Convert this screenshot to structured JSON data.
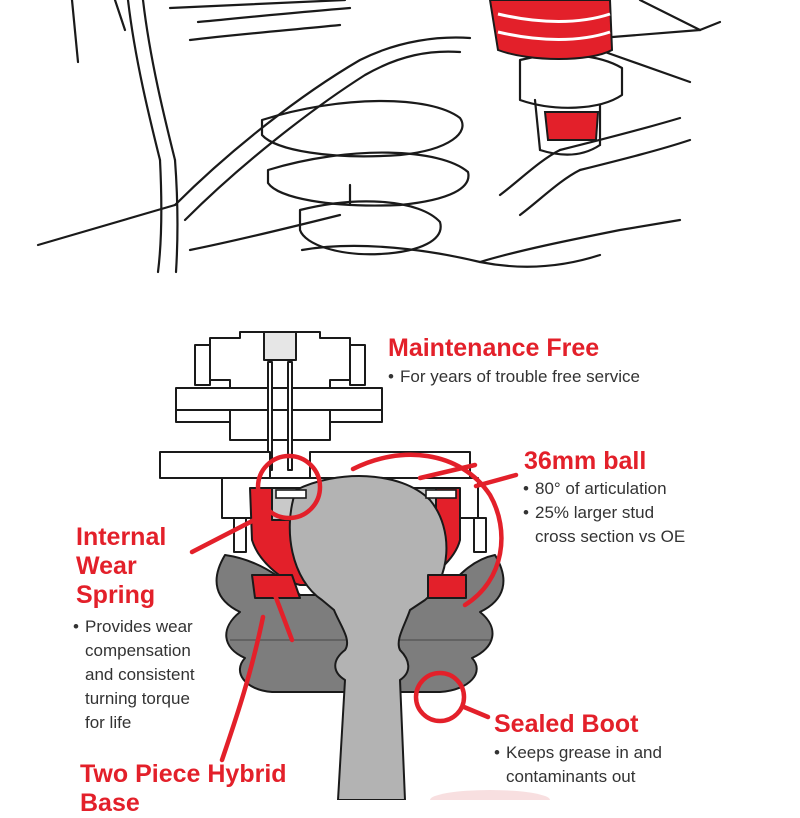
{
  "callouts": {
    "maintenance_free": {
      "heading": "Maintenance Free",
      "bullets": [
        "For years of trouble free service"
      ]
    },
    "ball": {
      "heading": "36mm ball",
      "bullets": [
        "80° of articulation",
        "25% larger stud",
        "cross section vs OE"
      ]
    },
    "internal_wear_spring": {
      "heading": "Internal Wear Spring",
      "bullets": [
        "Provides wear",
        "compensation",
        "and consistent",
        "turning torque",
        "for life"
      ]
    },
    "sealed_boot": {
      "heading": "Sealed Boot",
      "bullets": [
        "Keeps grease in and",
        "contaminants out"
      ]
    },
    "two_piece_hybrid_base": {
      "heading": "Two Piece Hybrid Base"
    }
  },
  "colors": {
    "accent_red": "#e3202a",
    "line": "#1a1a1a",
    "body_gray": "#b3b3b3",
    "boot_gray": "#7d7d7d"
  },
  "icons": {
    "bullet": "•"
  }
}
